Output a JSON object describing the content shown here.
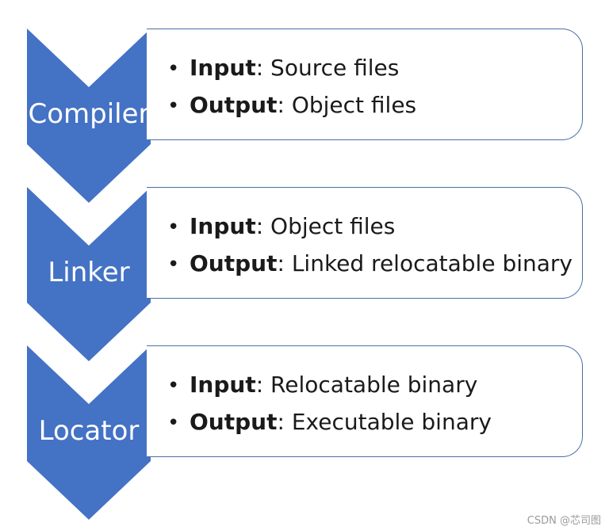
{
  "accent_color": "#4472c4",
  "stages": [
    {
      "name": "Compiler",
      "items": [
        {
          "key": "Input",
          "value": ": Source files"
        },
        {
          "key": "Output",
          "value": ": Object files"
        }
      ]
    },
    {
      "name": "Linker",
      "items": [
        {
          "key": "Input",
          "value": ": Object files"
        },
        {
          "key": "Output",
          "value": ": Linked relocatable binary"
        }
      ]
    },
    {
      "name": "Locator",
      "items": [
        {
          "key": "Input",
          "value": ": Relocatable binary"
        },
        {
          "key": "Output",
          "value": ": Executable binary"
        }
      ]
    }
  ],
  "watermark": "CSDN @芯司图"
}
